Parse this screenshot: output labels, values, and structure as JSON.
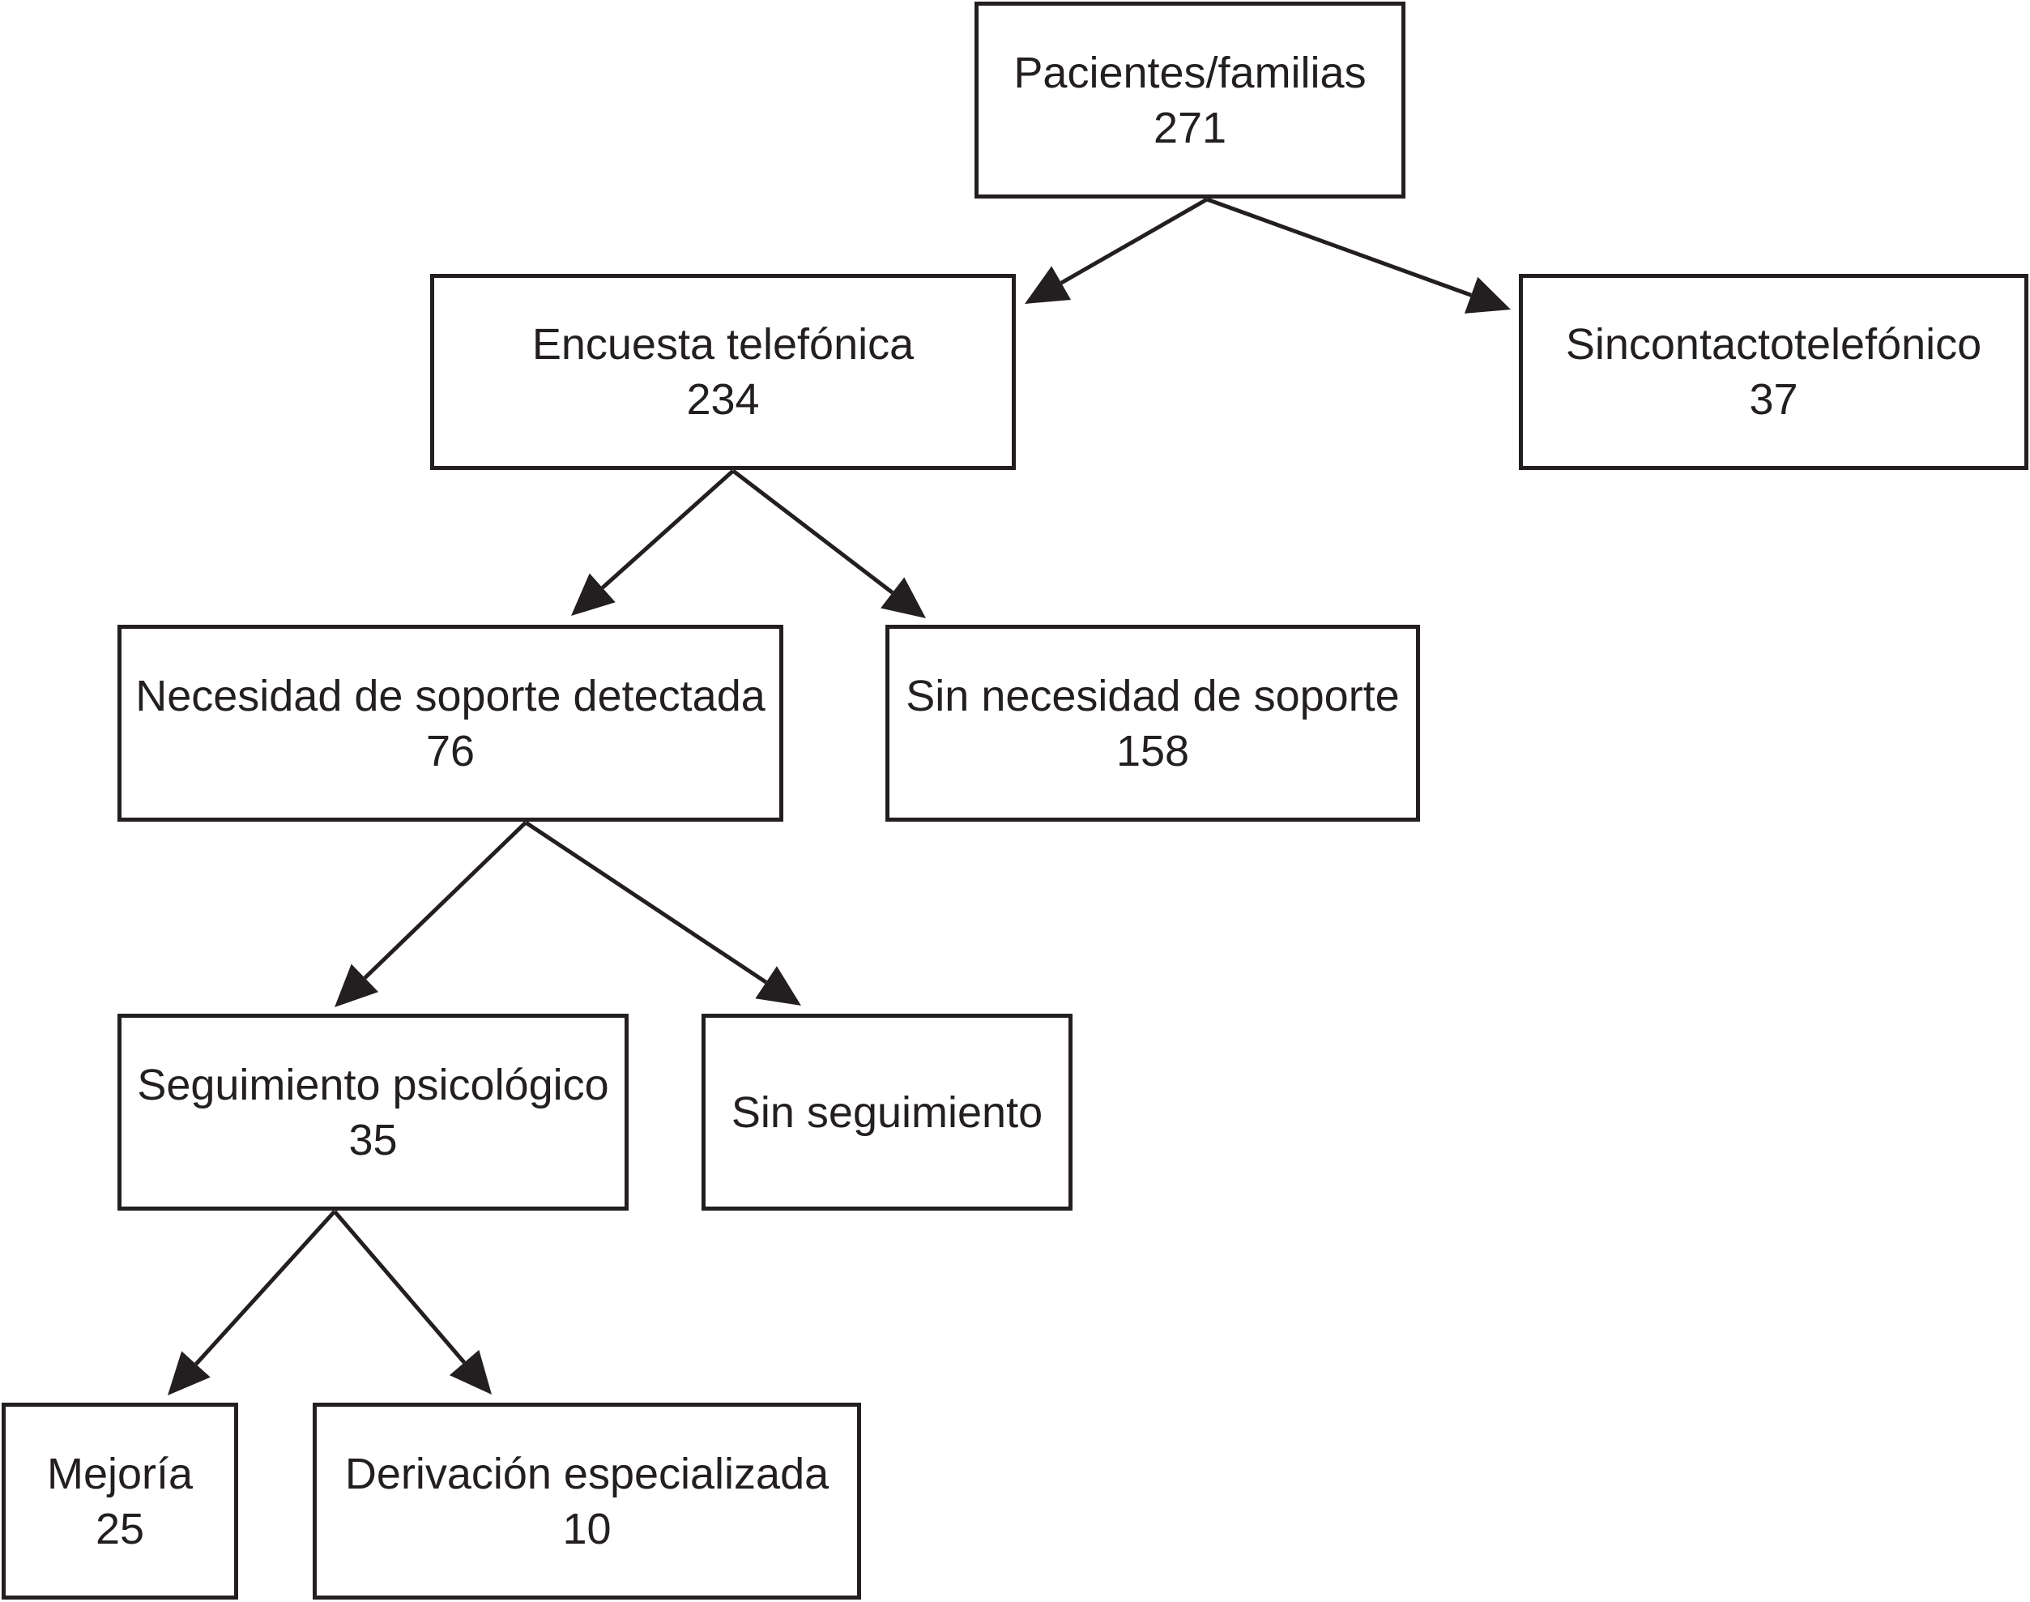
{
  "colors": {
    "stroke": "#231f20",
    "background": "#ffffff"
  },
  "nodes": {
    "pacientes": {
      "label": "Pacientes/familias",
      "value": "271"
    },
    "encuesta": {
      "label": "Encuesta telefónica",
      "value": "234"
    },
    "sin_contacto": {
      "label": "Sincontactotelefónico",
      "value": "37"
    },
    "necesidad": {
      "label": "Necesidad de soporte detectada",
      "value": "76"
    },
    "sin_necesidad": {
      "label": "Sin necesidad de soporte",
      "value": "158"
    },
    "seguimiento": {
      "label": "Seguimiento psicológico",
      "value": "35"
    },
    "sin_seguimiento": {
      "label": "Sin seguimiento"
    },
    "mejoria": {
      "label": "Mejoría",
      "value": "25"
    },
    "derivacion": {
      "label": "Derivación especializada",
      "value": "10"
    }
  },
  "edges": [
    {
      "from": "pacientes",
      "to": "encuesta"
    },
    {
      "from": "pacientes",
      "to": "sin_contacto"
    },
    {
      "from": "encuesta",
      "to": "necesidad"
    },
    {
      "from": "encuesta",
      "to": "sin_necesidad"
    },
    {
      "from": "necesidad",
      "to": "seguimiento"
    },
    {
      "from": "necesidad",
      "to": "sin_seguimiento"
    },
    {
      "from": "seguimiento",
      "to": "mejoria"
    },
    {
      "from": "seguimiento",
      "to": "derivacion"
    }
  ]
}
